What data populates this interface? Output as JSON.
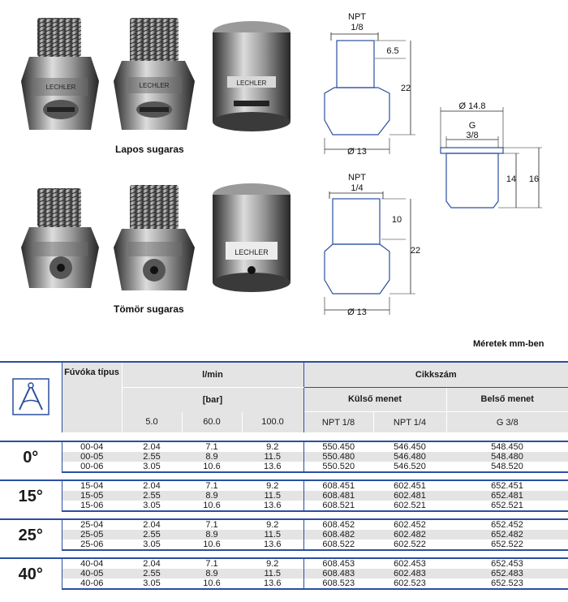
{
  "captions": {
    "flat": "Lapos sugaras",
    "solid": "Tömör sugaras",
    "units_note": "Méretek mm-ben"
  },
  "nozzle_marking": "LECHLER",
  "drawings": {
    "d1": {
      "thread": "NPT",
      "size": "1/8",
      "h_small": "6.5",
      "h_total": "22",
      "dia": "Ø 13"
    },
    "d2": {
      "thread": "NPT",
      "size": "1/4",
      "h_small": "10",
      "h_total": "22",
      "dia": "Ø 13"
    },
    "d3": {
      "dia": "Ø 14.8",
      "thread": "G",
      "size": "3/8",
      "h_small": "14",
      "h_total": "16"
    }
  },
  "table": {
    "icon": "compass-icon",
    "col_type": "Fúvóka típus",
    "col_flow": "l/min",
    "col_bar": "[bar]",
    "col_part": "Cikkszám",
    "col_ext": "Külső menet",
    "col_int": "Belső menet",
    "pressures": [
      "5.0",
      "60.0",
      "100.0"
    ],
    "threads": [
      "NPT 1/8",
      "NPT 1/4",
      "G 3/8"
    ],
    "groups": [
      {
        "angle": "0°",
        "rows": [
          [
            "00-04",
            "2.04",
            "7.1",
            "9.2",
            "550.450",
            "546.450",
            "548.450"
          ],
          [
            "00-05",
            "2.55",
            "8.9",
            "11.5",
            "550.480",
            "546.480",
            "548.480"
          ],
          [
            "00-06",
            "3.05",
            "10.6",
            "13.6",
            "550.520",
            "546.520",
            "548.520"
          ]
        ]
      },
      {
        "angle": "15°",
        "rows": [
          [
            "15-04",
            "2.04",
            "7.1",
            "9.2",
            "608.451",
            "602.451",
            "652.451"
          ],
          [
            "15-05",
            "2.55",
            "8.9",
            "11.5",
            "608.481",
            "602.481",
            "652.481"
          ],
          [
            "15-06",
            "3.05",
            "10.6",
            "13.6",
            "608.521",
            "602.521",
            "652.521"
          ]
        ]
      },
      {
        "angle": "25°",
        "rows": [
          [
            "25-04",
            "2.04",
            "7.1",
            "9.2",
            "608.452",
            "602.452",
            "652.452"
          ],
          [
            "25-05",
            "2.55",
            "8.9",
            "11.5",
            "608.482",
            "602.482",
            "652.482"
          ],
          [
            "25-06",
            "3.05",
            "10.6",
            "13.6",
            "608.522",
            "602.522",
            "652.522"
          ]
        ]
      },
      {
        "angle": "40°",
        "rows": [
          [
            "40-04",
            "2.04",
            "7.1",
            "9.2",
            "608.453",
            "602.453",
            "652.453"
          ],
          [
            "40-05",
            "2.55",
            "8.9",
            "11.5",
            "608.483",
            "602.483",
            "652.483"
          ],
          [
            "40-06",
            "3.05",
            "10.6",
            "13.6",
            "608.523",
            "602.523",
            "652.523"
          ]
        ]
      }
    ]
  },
  "colors": {
    "accent": "#2a4fa0",
    "shade": "#e4e4e4",
    "metal": "#8a8a8a"
  }
}
